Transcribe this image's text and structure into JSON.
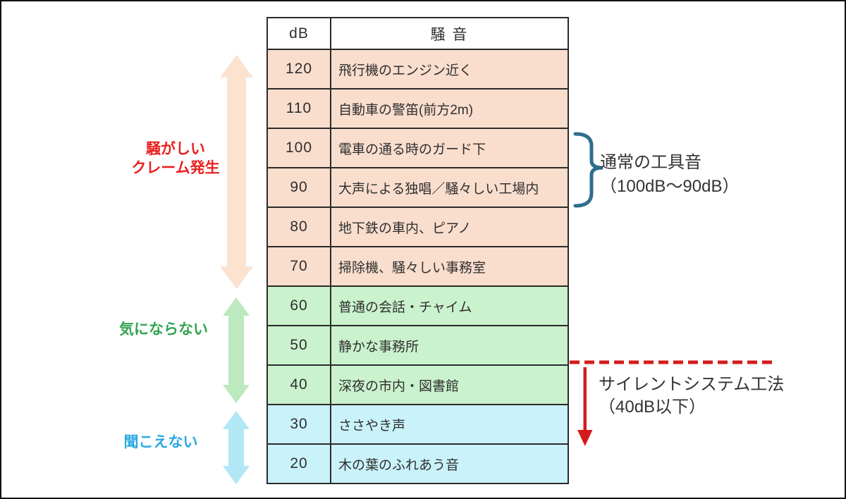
{
  "table": {
    "header": {
      "db": "dB",
      "noise": "騒 音"
    },
    "rows": [
      {
        "db": "120",
        "label": "飛行機のエンジン近く",
        "group": "loud"
      },
      {
        "db": "110",
        "label": "自動車の警笛(前方2m)",
        "group": "loud"
      },
      {
        "db": "100",
        "label": "電車の通る時のガード下",
        "group": "loud"
      },
      {
        "db": "90",
        "label": "大声による独唱／騒々しい工場内",
        "group": "loud"
      },
      {
        "db": "80",
        "label": "地下鉄の車内、ピアノ",
        "group": "loud"
      },
      {
        "db": "70",
        "label": "掃除機、騒々しい事務室",
        "group": "loud"
      },
      {
        "db": "60",
        "label": "普通の会話・チャイム",
        "group": "moderate"
      },
      {
        "db": "50",
        "label": "静かな事務所",
        "group": "moderate"
      },
      {
        "db": "40",
        "label": "深夜の市内・図書館",
        "group": "moderate"
      },
      {
        "db": "30",
        "label": "ささやき声",
        "group": "quiet"
      },
      {
        "db": "20",
        "label": "木の葉のふれあう音",
        "group": "quiet"
      }
    ]
  },
  "left_labels": {
    "loud": {
      "line1": "騒がしい",
      "line2": "クレーム発生"
    },
    "moderate": "気にならない",
    "quiet": "聞こえない"
  },
  "annotations": {
    "tool_sound": {
      "line1": "通常の工具音",
      "line2": "（100dB～90dB）"
    },
    "silent_system": {
      "line1": "サイレントシステム工法",
      "line2": "（40dB以下）"
    }
  },
  "colors": {
    "row-loud": "#f9ddcd",
    "row-moderate": "#caf2cc",
    "row-quiet": "#c9f2fa",
    "arrow-loud": "#fbe2d1",
    "arrow-moderate": "#bce9bd",
    "arrow-quiet": "#b2e7f6",
    "label-loud": "#ea2121",
    "label-moderate": "#33a352",
    "label-quiet": "#29a9e1",
    "accent-red": "#d41b1b",
    "brace": "#2f6e8e",
    "table-border": "#2b2b2b",
    "text": "#2f2f2f"
  }
}
